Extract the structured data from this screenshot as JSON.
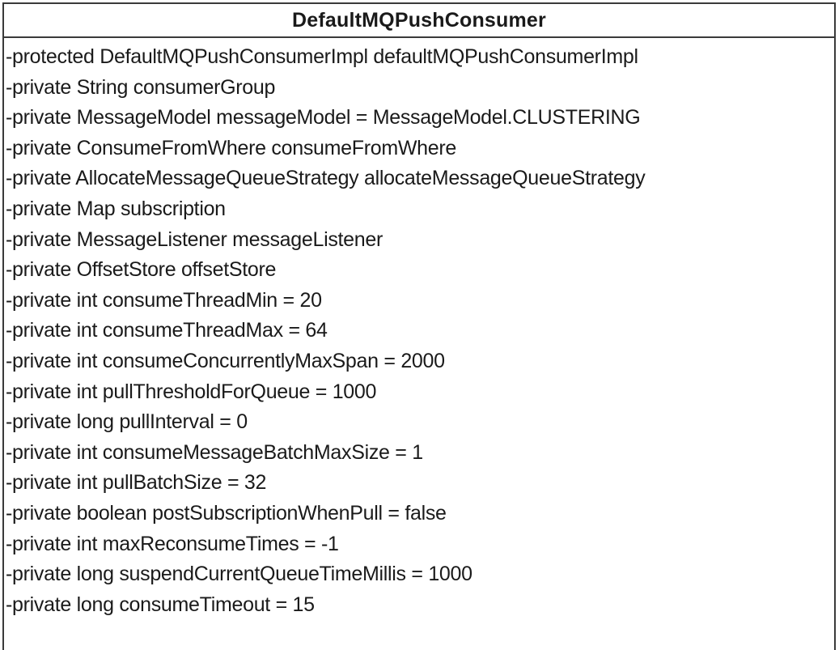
{
  "class": {
    "name": "DefaultMQPushConsumer",
    "attributes": [
      "-protected DefaultMQPushConsumerImpl defaultMQPushConsumerImpl",
      "-private String consumerGroup",
      "-private MessageModel messageModel = MessageModel.CLUSTERING",
      "-private ConsumeFromWhere consumeFromWhere",
      "-private AllocateMessageQueueStrategy allocateMessageQueueStrategy",
      "-private Map subscription",
      "-private MessageListener messageListener",
      "-private OffsetStore offsetStore",
      "-private int consumeThreadMin = 20",
      "-private int consumeThreadMax = 64",
      "-private int consumeConcurrentlyMaxSpan = 2000",
      "-private int pullThresholdForQueue = 1000",
      "-private long pullInterval = 0",
      "-private int consumeMessageBatchMaxSize = 1",
      "-private int pullBatchSize = 32",
      "-private boolean postSubscriptionWhenPull = false",
      "-private int maxReconsumeTimes = -1",
      "-private long suspendCurrentQueueTimeMillis = 1000",
      "-private long consumeTimeout = 15"
    ]
  },
  "colors": {
    "border": "#3a3a3a",
    "text": "#1a1a1a",
    "background": "#ffffff"
  }
}
